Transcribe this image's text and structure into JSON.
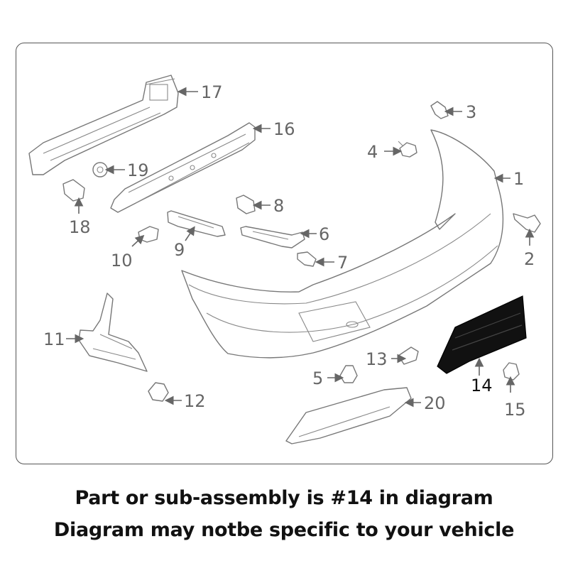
{
  "diagram": {
    "callouts": {
      "c1": "1",
      "c2": "2",
      "c3": "3",
      "c4": "4",
      "c5": "5",
      "c6": "6",
      "c7": "7",
      "c8": "8",
      "c9": "9",
      "c10": "10",
      "c11": "11",
      "c12": "12",
      "c13": "13",
      "c14": "14",
      "c15": "15",
      "c16": "16",
      "c17": "17",
      "c18": "18",
      "c19": "19",
      "c20": "20"
    },
    "highlighted_part": "14",
    "colors": {
      "line": "#777777",
      "label": "#666666",
      "highlight_fill": "#111111"
    }
  },
  "caption": {
    "line1": "Part or sub-assembly is #14 in diagram",
    "line2": "Diagram may notbe specific to your vehicle"
  }
}
